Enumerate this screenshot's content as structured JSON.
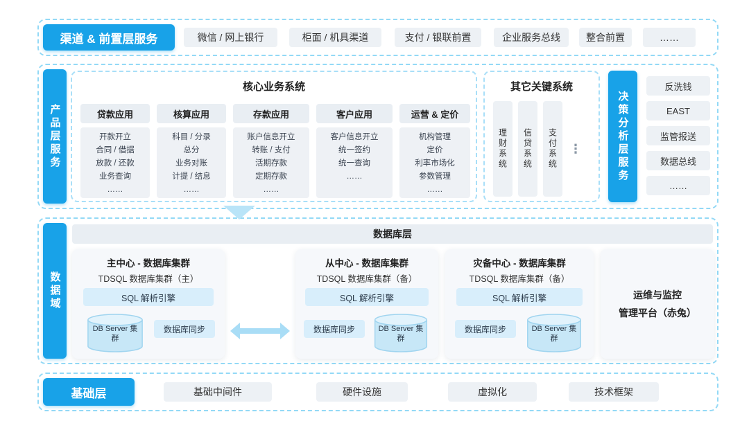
{
  "channel_layer": {
    "label": "渠道 & 前置层服务",
    "items": [
      "微信 / 网上银行",
      "柜面 / 机具渠道",
      "支付 / 银联前置",
      "企业服务总线",
      "整合前置",
      "……"
    ]
  },
  "product_layer": {
    "label": "产品层服务",
    "core_systems": {
      "title": "核心业务系统",
      "columns": [
        {
          "header": "贷款应用",
          "items": [
            "开款开立",
            "合同 / 借据",
            "放款 / 还款",
            "业务查询",
            "……"
          ]
        },
        {
          "header": "核算应用",
          "items": [
            "科目 / 分录",
            "总分",
            "业务对账",
            "计提 / 结息",
            "……"
          ]
        },
        {
          "header": "存款应用",
          "items": [
            "账户信息开立",
            "转账 / 支付",
            "活期存款",
            "定期存款",
            "……"
          ]
        },
        {
          "header": "客户应用",
          "items": [
            "客户信息开立",
            "统一签约",
            "统一查询",
            "……"
          ]
        },
        {
          "header": "运营 & 定价",
          "items": [
            "机构管理",
            "定价",
            "利率市场化",
            "参数管理",
            "……"
          ]
        }
      ]
    },
    "other_systems": {
      "title": "其它关键系统",
      "items": [
        "理财系统",
        "信贷系统",
        "支付系统"
      ],
      "more": "⋮"
    },
    "decision_layer": {
      "label": "决策分析层服务",
      "items": [
        "反洗钱",
        "EAST",
        "监管报送",
        "数据总线",
        "……"
      ]
    }
  },
  "data_domain": {
    "label": "数据域",
    "db_layer_title": "数据库层",
    "clusters": [
      {
        "title": "主中心 - 数据库集群",
        "subtitle": "TDSQL 数据库集群（主）",
        "engine": "SQL 解析引擎",
        "db_server": "DB Server 集群",
        "sync": "数据库同步"
      },
      {
        "title": "从中心 - 数据库集群",
        "subtitle": "TDSQL 数据库集群（备）",
        "engine": "SQL 解析引擎",
        "db_server": "DB Server 集群",
        "sync": "数据库同步"
      },
      {
        "title": "灾备中心 - 数据库集群",
        "subtitle": "TDSQL 数据库集群（备）",
        "engine": "SQL 解析引擎",
        "db_server": "DB Server 集群",
        "sync": "数据库同步"
      }
    ],
    "ops_platform": {
      "lines": [
        "运维与监控",
        "管理平台（赤兔）"
      ]
    }
  },
  "foundation_layer": {
    "label": "基础层",
    "items": [
      "基础中间件",
      "硬件设施",
      "虚拟化",
      "技术框架"
    ]
  },
  "colors": {
    "accent_blue": "#18a2e8",
    "dashed_border": "#93d9f6",
    "chip_bg": "#edf1f5",
    "light_blue_chip": "#d8eefb"
  }
}
